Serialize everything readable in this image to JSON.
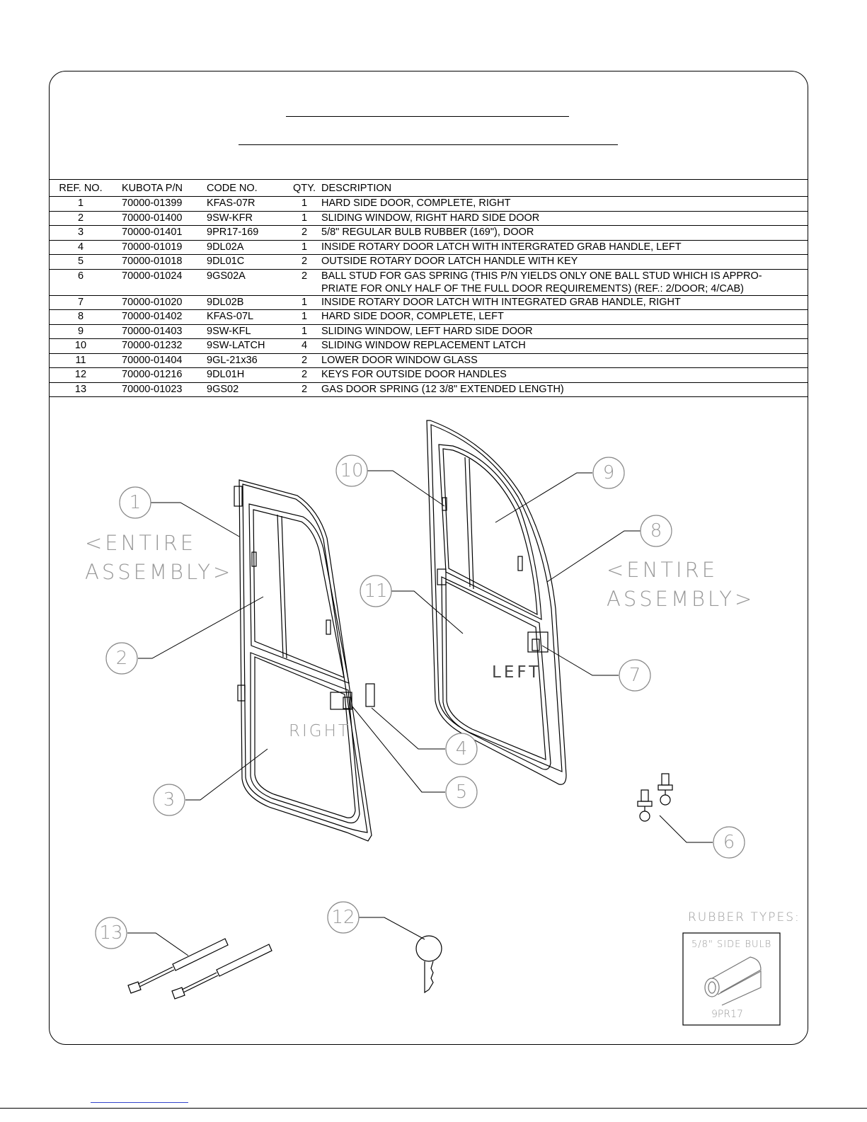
{
  "table": {
    "headers": {
      "ref": "REF. NO.",
      "kubota_pn": "KUBOTA P/N",
      "code": "CODE NO.",
      "qty": "QTY.",
      "description": "DESCRIPTION"
    },
    "rows": [
      {
        "ref": "1",
        "kubota_pn": "70000-01399",
        "code": "KFAS-07R",
        "qty": "1",
        "description": "HARD SIDE DOOR, COMPLETE, RIGHT"
      },
      {
        "ref": "2",
        "kubota_pn": "70000-01400",
        "code": "9SW-KFR",
        "qty": "1",
        "description": "SLIDING WINDOW, RIGHT HARD SIDE DOOR"
      },
      {
        "ref": "3",
        "kubota_pn": "70000-01401",
        "code": "9PR17-169",
        "qty": "2",
        "description": "5/8\" REGULAR BULB RUBBER (169\"), DOOR"
      },
      {
        "ref": "4",
        "kubota_pn": "70000-01019",
        "code": "9DL02A",
        "qty": "1",
        "description": "INSIDE ROTARY DOOR LATCH WITH INTERGRATED GRAB HANDLE, LEFT"
      },
      {
        "ref": "5",
        "kubota_pn": "70000-01018",
        "code": "9DL01C",
        "qty": "2",
        "description": "OUTSIDE ROTARY DOOR LATCH HANDLE WITH KEY"
      },
      {
        "ref": "6",
        "kubota_pn": "70000-01024",
        "code": "9GS02A",
        "qty": "2",
        "description": "BALL STUD FOR GAS SPRING (THIS P/N YIELDS ONLY ONE BALL STUD WHICH IS APPRO-",
        "description2": "PRIATE FOR ONLY HALF OF THE FULL DOOR REQUIREMENTS) (REF.: 2/DOOR; 4/CAB)"
      },
      {
        "ref": "7",
        "kubota_pn": "70000-01020",
        "code": "9DL02B",
        "qty": "1",
        "description": "INSIDE ROTARY DOOR LATCH WITH INTEGRATED GRAB HANDLE, RIGHT"
      },
      {
        "ref": "8",
        "kubota_pn": "70000-01402",
        "code": "KFAS-07L",
        "qty": "1",
        "description": "HARD SIDE DOOR, COMPLETE, LEFT"
      },
      {
        "ref": "9",
        "kubota_pn": "70000-01403",
        "code": "9SW-KFL",
        "qty": "1",
        "description": "SLIDING WINDOW, LEFT HARD SIDE DOOR"
      },
      {
        "ref": "10",
        "kubota_pn": "70000-01232",
        "code": "9SW-LATCH",
        "qty": "4",
        "description": "SLIDING WINDOW REPLACEMENT LATCH"
      },
      {
        "ref": "11",
        "kubota_pn": "70000-01404",
        "code": "9GL-21x36",
        "qty": "2",
        "description": "LOWER DOOR WINDOW GLASS"
      },
      {
        "ref": "12",
        "kubota_pn": "70000-01216",
        "code": "9DL01H",
        "qty": "2",
        "description": "KEYS FOR OUTSIDE DOOR HANDLES"
      },
      {
        "ref": "13",
        "kubota_pn": "70000-01023",
        "code": "9GS02",
        "qty": "2",
        "description": "GAS DOOR SPRING (12 3/8\" EXTENDED LENGTH)"
      }
    ]
  },
  "diagram": {
    "callouts": [
      "1",
      "2",
      "3",
      "4",
      "5",
      "6",
      "7",
      "8",
      "9",
      "10",
      "11",
      "12",
      "13"
    ],
    "labels": {
      "entire_1": "<ENTIRE",
      "entire_2": "ASSEMBLY>",
      "right": "RIGHT",
      "left": "LEFT",
      "rubber_types": "RUBBER TYPES:",
      "side_bulb": "5/8\" SIDE BULB",
      "rubber_code": "9PR17"
    }
  }
}
